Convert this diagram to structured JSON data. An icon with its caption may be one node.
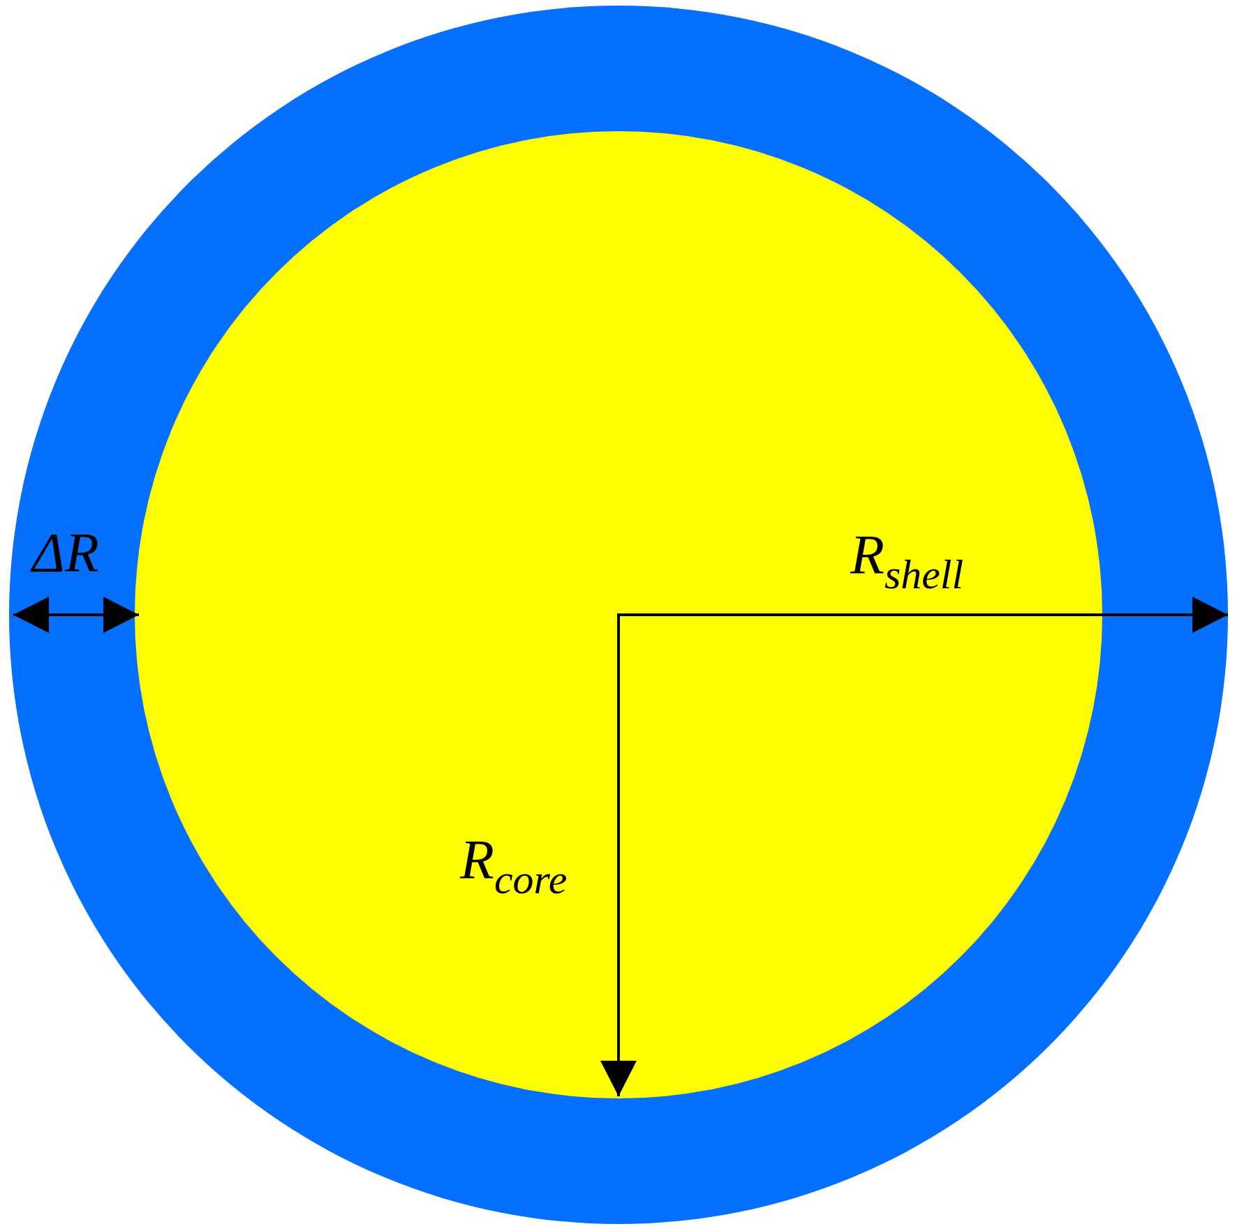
{
  "diagram": {
    "labels": [
      "ΔR",
      "R$_{shell}$",
      "R$_{core}$"
    ]
  }
}
